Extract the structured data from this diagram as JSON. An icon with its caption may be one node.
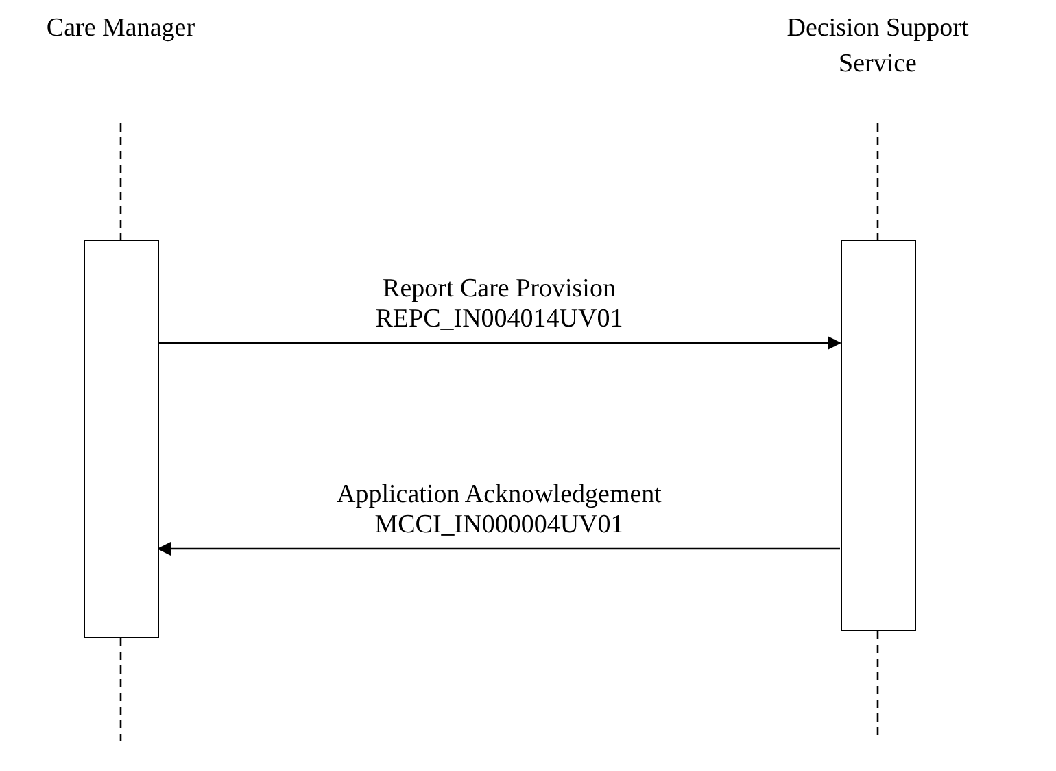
{
  "diagram": {
    "nodes": [
      {
        "text": [],
        "shape": "bar"
      },
      {
        "text": [],
        "shape": "bar"
      }
    ],
    "edges": [
      {
        "from": 0,
        "to": 1,
        "arrow": "to",
        "label": "Report Care Provision REPC_IN004014UV01"
      },
      {
        "from": 1,
        "to": 0,
        "arrow": "to",
        "label": "Application Acknowledgement MCCI_IN000004UV01"
      }
    ],
    "labels": [
      "Care Manager",
      "Decision Support Service"
    ]
  }
}
